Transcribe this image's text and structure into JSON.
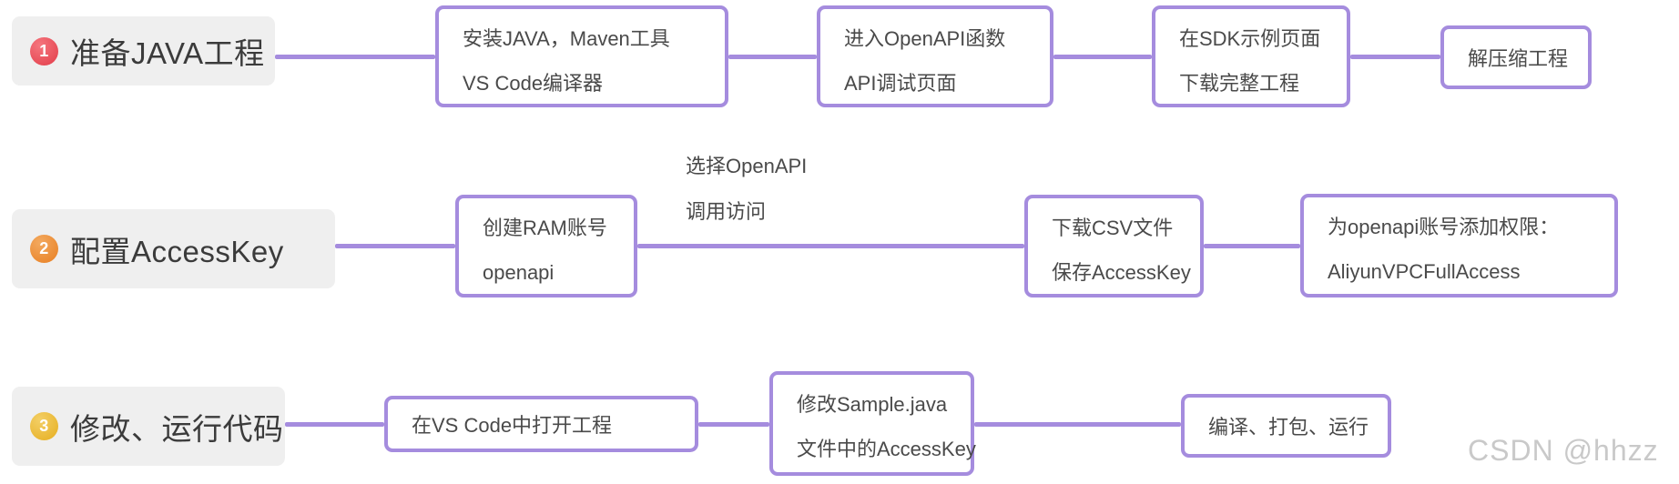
{
  "diagram_title": "JAVA OpenAPI SDK usage flow",
  "watermark": "CSDN @hhzz",
  "colors": {
    "connector_purple": "#a58cde",
    "node_border": "#a58cde",
    "node_background": "#ffffff",
    "stage_label_background": "#efefef",
    "stage_text": "#3b3b3b",
    "node_text": "#4a4a4a",
    "badge_1_red": "#e84b56",
    "badge_2_orange": "#ec8c35",
    "badge_3_yellow": "#ecbc37",
    "watermark_gray": "#c9c9c9"
  },
  "rows": [
    {
      "badge": "1",
      "label": "准备JAVA工程",
      "nodes": [
        {
          "lines": [
            "安装JAVA，Maven工具",
            "VS Code编译器"
          ]
        },
        {
          "lines": [
            "进入OpenAPI函数",
            "API调试页面"
          ]
        },
        {
          "lines": [
            "在SDK示例页面",
            "下载完整工程"
          ]
        },
        {
          "lines": [
            "解压缩工程"
          ]
        }
      ]
    },
    {
      "badge": "2",
      "label": "配置AccessKey",
      "edge_label": [
        "选择OpenAPI",
        "调用访问"
      ],
      "nodes": [
        {
          "lines": [
            "创建RAM账号",
            "openapi"
          ]
        },
        {
          "lines": [
            "下载CSV文件",
            "保存AccessKey"
          ]
        },
        {
          "lines": [
            "为openapi账号添加权限：",
            "AliyunVPCFullAccess"
          ]
        }
      ]
    },
    {
      "badge": "3",
      "label": "修改、运行代码",
      "nodes": [
        {
          "lines": [
            "在VS Code中打开工程"
          ]
        },
        {
          "lines": [
            "修改Sample.java",
            "文件中的AccessKey"
          ]
        },
        {
          "lines": [
            "编译、打包、运行"
          ]
        }
      ]
    }
  ]
}
